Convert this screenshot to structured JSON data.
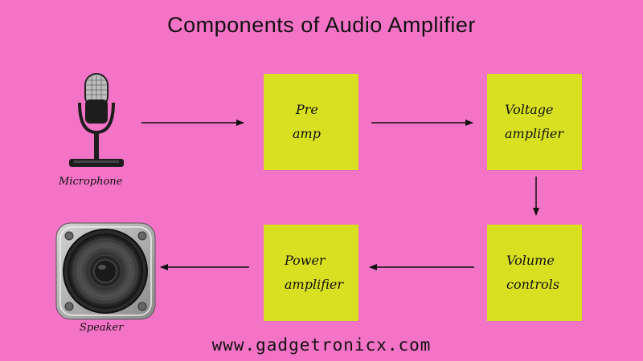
{
  "title": "Components of Audio Amplifier",
  "boxes": {
    "preamp": [
      "Pre",
      "amp"
    ],
    "voltage": [
      "Voltage",
      "amplifier"
    ],
    "volume": [
      "Volume",
      "controls"
    ],
    "power": [
      "Power",
      "amplifier"
    ]
  },
  "captions": {
    "microphone": "Microphone",
    "speaker": "Speaker"
  },
  "footer_url": "www.gadgetronicx.com",
  "colors": {
    "background": "#f373c6",
    "box_fill": "#d9e021",
    "arrow": "#111111"
  },
  "icons": [
    "microphone-icon",
    "speaker-icon"
  ]
}
